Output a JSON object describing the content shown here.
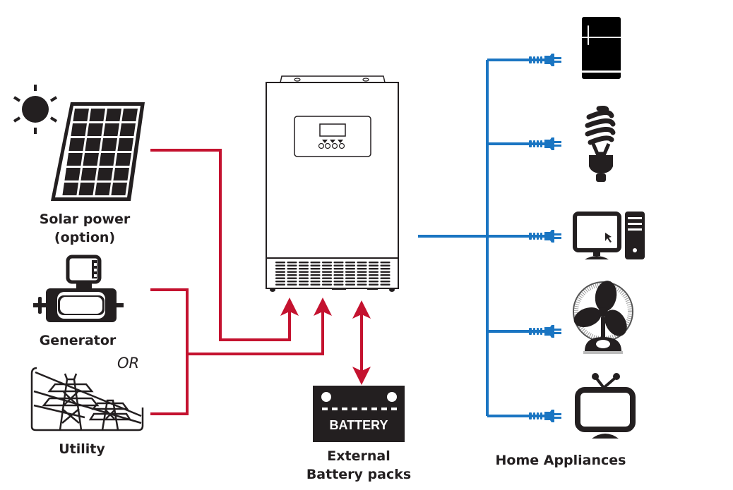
{
  "title": "Hybrid inverter system connection diagram",
  "colors": {
    "input_line": "#c4122f",
    "output_line": "#1a75c2",
    "icon": "#231f20",
    "background": "#ffffff"
  },
  "sources": [
    {
      "id": "solar",
      "icon": "solar-panel-icon",
      "label_line1": "Solar power",
      "label_line2": "(option)"
    },
    {
      "id": "generator",
      "icon": "generator-icon",
      "label": "Generator"
    },
    {
      "id": "utility",
      "icon": "power-pylon-icon",
      "label": "Utility"
    }
  ],
  "or_text": "OR",
  "inverter": {
    "icon": "inverter-icon",
    "display": "lcd-display",
    "buttons": 4
  },
  "battery": {
    "icon_text": "BATTERY",
    "label_line1": "External",
    "label_line2": "Battery packs",
    "link": "bidirectional"
  },
  "appliances": {
    "label": "Home Appliances",
    "items": [
      {
        "id": "refrigerator",
        "icon": "refrigerator-icon"
      },
      {
        "id": "bulb",
        "icon": "light-bulb-icon"
      },
      {
        "id": "computer",
        "icon": "computer-icon"
      },
      {
        "id": "fan",
        "icon": "fan-icon"
      },
      {
        "id": "tv",
        "icon": "tv-icon"
      }
    ]
  }
}
